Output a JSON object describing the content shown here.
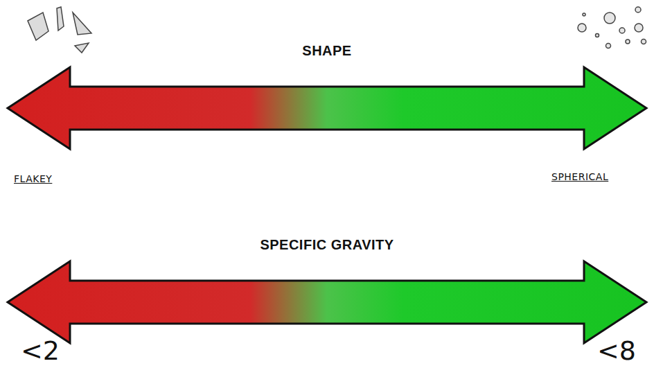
{
  "diagram": {
    "nodes": [
      {
        "text": [
          "SHAPE"
        ]
      },
      {
        "text": [
          "SPECIFIC GRAVITY"
        ]
      }
    ],
    "labels": [
      "FLAKEY",
      "SPHERICAL",
      "<2",
      "<8"
    ]
  }
}
